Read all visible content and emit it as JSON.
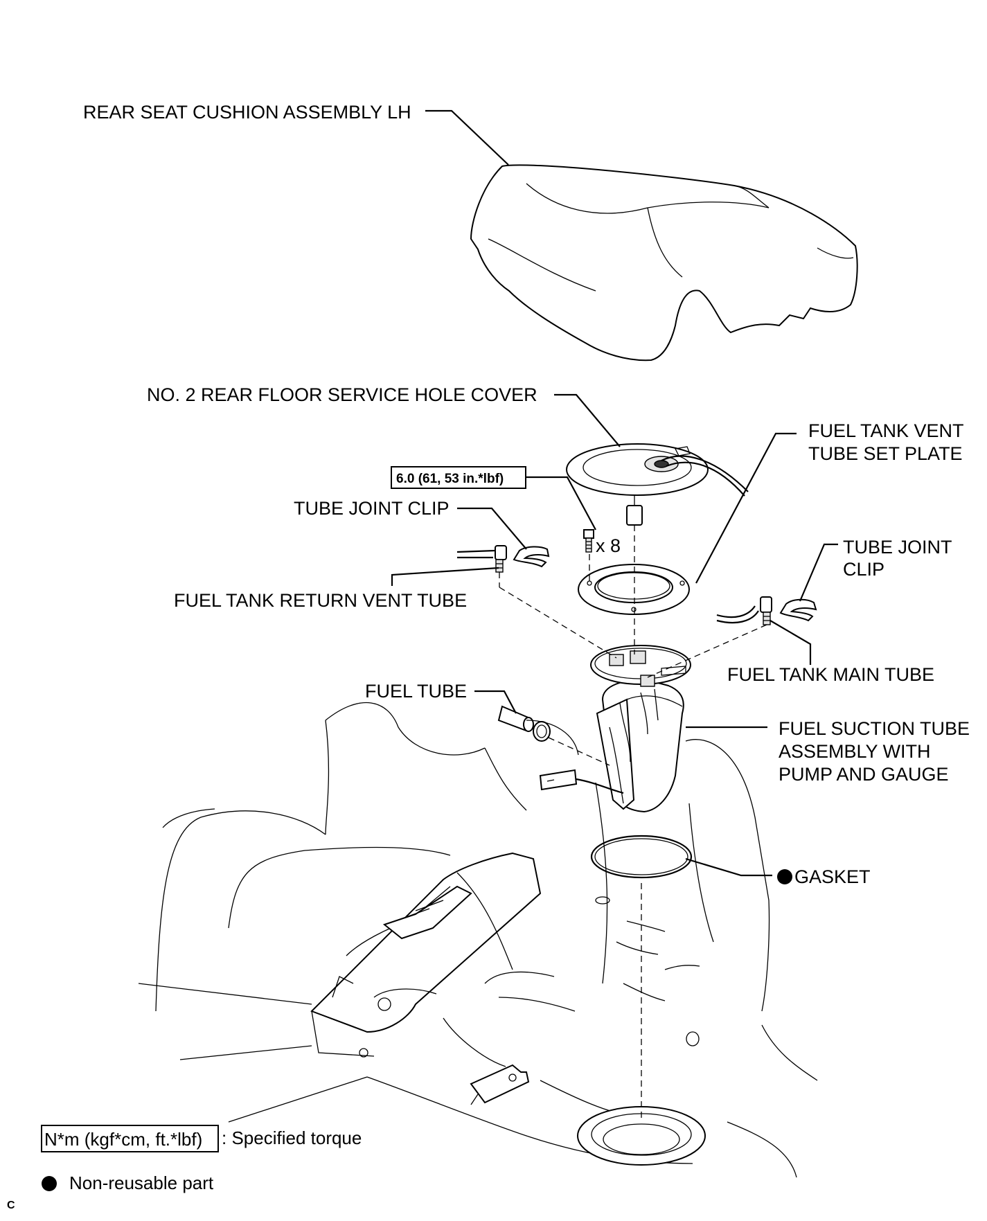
{
  "labels": {
    "rear_seat_cushion": "REAR SEAT CUSHION ASSEMBLY LH",
    "service_hole_cover": "NO. 2 REAR FLOOR SERVICE HOLE COVER",
    "vent_tube_set_plate_1": "FUEL TANK VENT",
    "vent_tube_set_plate_2": "TUBE SET PLATE",
    "torque_value": "6.0 (61, 53 in.*lbf)",
    "bolt_qty": "x 8",
    "tube_joint_clip_left": "TUBE JOINT CLIP",
    "tube_joint_clip_right_1": "TUBE JOINT",
    "tube_joint_clip_right_2": "CLIP",
    "return_vent_tube": "FUEL TANK RETURN VENT TUBE",
    "main_tube": "FUEL TANK MAIN TUBE",
    "fuel_tube": "FUEL TUBE",
    "suction_tube_1": "FUEL SUCTION TUBE",
    "suction_tube_2": "ASSEMBLY WITH",
    "suction_tube_3": "PUMP AND GAUGE",
    "gasket": "GASKET",
    "corner_mark": "C"
  },
  "legend": {
    "torque_unit": "N*m (kgf*cm, ft.*lbf)",
    "torque_desc": ": Specified torque",
    "nonreusable_desc": "Non-reusable part"
  }
}
